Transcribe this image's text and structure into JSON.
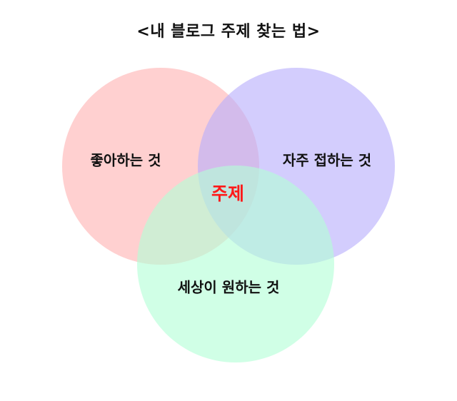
{
  "title": "<내 블로그 주제 찾는 법>",
  "circles": [
    {
      "label": "좋아하는 것",
      "color": "#ffb3b3"
    },
    {
      "label": "자주 접하는 것",
      "color": "#b8aefc"
    },
    {
      "label": "세상이 원하는 것",
      "color": "#b3ffd6"
    }
  ],
  "center": {
    "label": "주제",
    "color": "#ff1a1a"
  }
}
